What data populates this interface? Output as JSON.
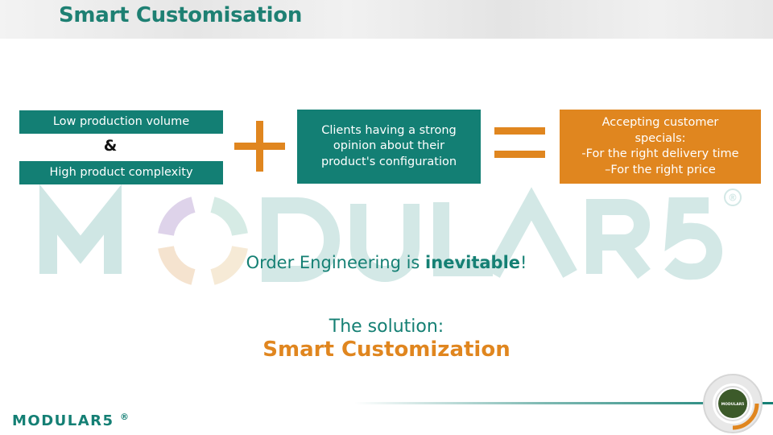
{
  "header": {
    "title": "Smart Customisation"
  },
  "left": {
    "box1": "Low production volume",
    "ampersand": "&",
    "box2": "High product complexity"
  },
  "middle": {
    "text": "Clients having a strong opinion about their product's configuration"
  },
  "right": {
    "line1": "Accepting customer",
    "line2": "specials:",
    "line3": "-For the right delivery time",
    "line4": "–For the right price"
  },
  "statement": {
    "pre": "Order Engineering is ",
    "bold": "inevitable",
    "post": "!"
  },
  "solution": {
    "label": "The solution:",
    "value": "Smart Customization"
  },
  "watermark": {
    "text": "MODULAR5",
    "mark": "®"
  },
  "footer": {
    "logo": "MODULAR5",
    "mark": "®",
    "badge": "MODULAR5"
  },
  "icons": {
    "plus": "plus-icon",
    "equals": "equals-icon"
  },
  "colors": {
    "teal": "#137f74",
    "orange": "#e0861f",
    "title": "#1e8073"
  }
}
